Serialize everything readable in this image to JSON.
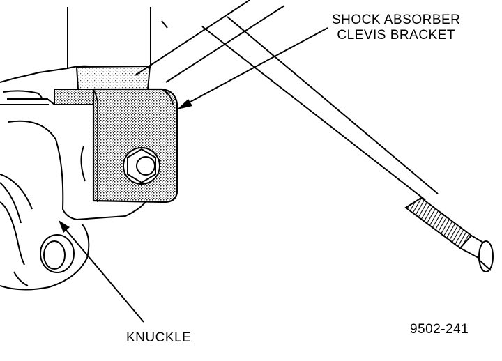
{
  "labels": {
    "shock_bracket_line1": "SHOCK ABSORBER",
    "shock_bracket_line2": "CLEVIS BRACKET",
    "knuckle": "KNUCKLE",
    "figure_number": "9502-241"
  },
  "colors": {
    "ink": "#000000",
    "paper": "#ffffff",
    "stipple": "#555555"
  }
}
